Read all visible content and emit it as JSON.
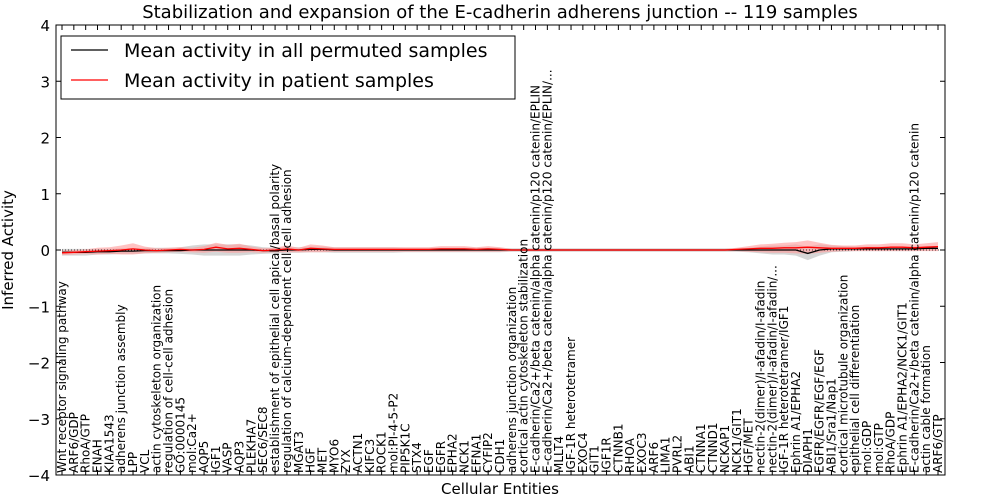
{
  "chart_data": {
    "type": "line",
    "title": "Stabilization and expansion of the E-cadherin adherens junction -- 119 samples",
    "xlabel": "Cellular Entities",
    "ylabel": "Inferred Activity",
    "ylim": [
      -4,
      4
    ],
    "yticks": [
      "−4",
      "−3",
      "−2",
      "−1",
      "0",
      "1",
      "2",
      "3",
      "4"
    ],
    "grid": false,
    "legend_position": "top-left",
    "colors": {
      "permuted": "#000000",
      "patient": "#ff0000",
      "permuted_band": "#bbbbbb",
      "patient_band": "#ff9999"
    },
    "categories": [
      "Wnt receptor signaling pathway",
      "ARF6/GDP",
      "RhoA/GTP",
      "ENAH",
      "KIAA1543",
      "adherens junction assembly",
      "LPP",
      "VCL",
      "actin cytoskeleton organization",
      "regulation of cell-cell adhesion",
      "GO:0000145",
      "mol:Ca2+",
      "AQP5",
      "IGF1",
      "VASP",
      "AQP3",
      "PLEKHA7",
      "SEC6/SEC8",
      "establishment of epithelial cell apical/basal polarity",
      "regulation of calcium-dependent cell-cell adhesion",
      "MGAT3",
      "HGF",
      "MET",
      "MYO6",
      "ZYX",
      "ACTN1",
      "KIFC3",
      "ROCK1",
      "mol:PI-4-5-P2",
      "PIP5K1C",
      "STX4",
      "EGF",
      "EGFR",
      "EPHA2",
      "NCK1",
      "EFNA1",
      "CYFIP2",
      "CDH1",
      "adherens junction organization",
      "cortical actin cytoskeleton stabilization",
      "E-cadherin/Ca2+/beta catenin/alpha catenin/p120 catenin/EPLIN",
      "E-cadherin/Ca2+/beta catenin/alpha catenin/p120 catenin/EPLIN/...",
      "MLLT4",
      "IGF-1R heterotetramer",
      "EXOC4",
      "GIT1",
      "IGF1R",
      "CTNNB1",
      "RHOA",
      "EXOC3",
      "ARF6",
      "LIMA1",
      "PVRL2",
      "ABI1",
      "CTNNA1",
      "CTNND1",
      "NCKAP1",
      "NCK1/GIT1",
      "HGF/MET",
      "nectin-2(dimer)/I-afadin/I-afadin",
      "nectin-2(dimer)/I-afadin/I-afadin/...",
      "IGF-1R heterotetramer/IGF1",
      "Ephrin A1/EPHA2",
      "DIAPH1",
      "EGFR/EGFR/EGF/EGF",
      "ABI1/Sra1/Nap1",
      "cortical microtubule organization",
      "epithelial cell differentiation",
      "mol:GDP",
      "mol:GTP",
      "RhoA/GDP",
      "Ephrin A1/EPHA2/NCK1/GIT1",
      "E-cadherin/Ca2+/beta catenin/alpha catenin/p120 catenin",
      "actin cable formation",
      "ARF6/GTP"
    ],
    "series": [
      {
        "name": "Mean activity in all permuted samples",
        "values": [
          -0.04,
          -0.04,
          -0.04,
          -0.03,
          -0.03,
          -0.02,
          -0.02,
          -0.01,
          -0.01,
          -0.01,
          -0.01,
          0.0,
          0.0,
          0.0,
          0.0,
          0.0,
          0.0,
          -0.01,
          -0.01,
          0.0,
          0.0,
          0.01,
          0.01,
          0.0,
          0.0,
          0.0,
          0.0,
          0.0,
          0.0,
          0.0,
          0.0,
          0.0,
          0.0,
          0.0,
          0.0,
          0.0,
          0.0,
          0.0,
          0.0,
          0.0,
          0.0,
          0.0,
          0.0,
          0.0,
          0.0,
          0.0,
          0.0,
          0.0,
          0.0,
          0.0,
          0.0,
          0.0,
          0.0,
          0.0,
          0.0,
          0.0,
          0.0,
          0.0,
          0.0,
          0.0,
          0.0,
          0.0,
          0.0,
          -0.06,
          0.0,
          0.02,
          0.02,
          0.02,
          0.02,
          0.02,
          0.02,
          0.02,
          0.02,
          0.03,
          0.03
        ],
        "band": [
          0.06,
          0.06,
          0.06,
          0.05,
          0.05,
          0.05,
          0.05,
          0.05,
          0.05,
          0.05,
          0.06,
          0.08,
          0.1,
          0.1,
          0.1,
          0.1,
          0.08,
          0.06,
          0.05,
          0.05,
          0.05,
          0.05,
          0.05,
          0.05,
          0.05,
          0.05,
          0.05,
          0.05,
          0.05,
          0.04,
          0.04,
          0.04,
          0.04,
          0.04,
          0.04,
          0.04,
          0.04,
          0.04,
          0.03,
          0.03,
          0.03,
          0.03,
          0.03,
          0.03,
          0.03,
          0.03,
          0.03,
          0.03,
          0.03,
          0.03,
          0.03,
          0.03,
          0.03,
          0.03,
          0.03,
          0.03,
          0.03,
          0.03,
          0.04,
          0.06,
          0.08,
          0.08,
          0.1,
          0.12,
          0.1,
          0.06,
          0.05,
          0.04,
          0.04,
          0.04,
          0.04,
          0.04,
          0.04,
          0.04,
          0.04
        ]
      },
      {
        "name": "Mean activity in patient samples",
        "values": [
          -0.05,
          -0.04,
          -0.03,
          -0.02,
          -0.01,
          0.0,
          0.02,
          0.0,
          -0.01,
          0.0,
          0.01,
          0.0,
          0.01,
          0.05,
          0.02,
          0.03,
          0.01,
          -0.01,
          0.0,
          0.02,
          0.0,
          0.03,
          0.02,
          0.01,
          0.01,
          0.01,
          0.01,
          0.01,
          0.01,
          0.01,
          0.01,
          0.01,
          0.02,
          0.02,
          0.02,
          0.01,
          0.02,
          0.01,
          0.0,
          0.0,
          0.0,
          0.0,
          0.0,
          0.0,
          0.0,
          0.0,
          0.0,
          0.0,
          0.0,
          0.0,
          0.0,
          0.0,
          0.0,
          0.0,
          0.0,
          0.0,
          0.0,
          0.01,
          0.02,
          0.03,
          0.03,
          0.04,
          0.04,
          0.05,
          0.04,
          0.03,
          0.03,
          0.03,
          0.04,
          0.04,
          0.05,
          0.05,
          0.04,
          0.05,
          0.06
        ],
        "band": [
          0.04,
          0.04,
          0.04,
          0.06,
          0.06,
          0.08,
          0.1,
          0.06,
          0.04,
          0.04,
          0.04,
          0.04,
          0.06,
          0.08,
          0.07,
          0.08,
          0.05,
          0.04,
          0.04,
          0.06,
          0.04,
          0.07,
          0.06,
          0.04,
          0.04,
          0.04,
          0.04,
          0.04,
          0.04,
          0.04,
          0.04,
          0.04,
          0.05,
          0.05,
          0.05,
          0.04,
          0.05,
          0.04,
          0.02,
          0.02,
          0.02,
          0.02,
          0.02,
          0.02,
          0.02,
          0.02,
          0.02,
          0.02,
          0.02,
          0.02,
          0.02,
          0.02,
          0.02,
          0.02,
          0.02,
          0.02,
          0.02,
          0.03,
          0.05,
          0.07,
          0.08,
          0.09,
          0.1,
          0.12,
          0.09,
          0.06,
          0.05,
          0.05,
          0.06,
          0.06,
          0.07,
          0.07,
          0.06,
          0.07,
          0.08
        ]
      }
    ]
  }
}
